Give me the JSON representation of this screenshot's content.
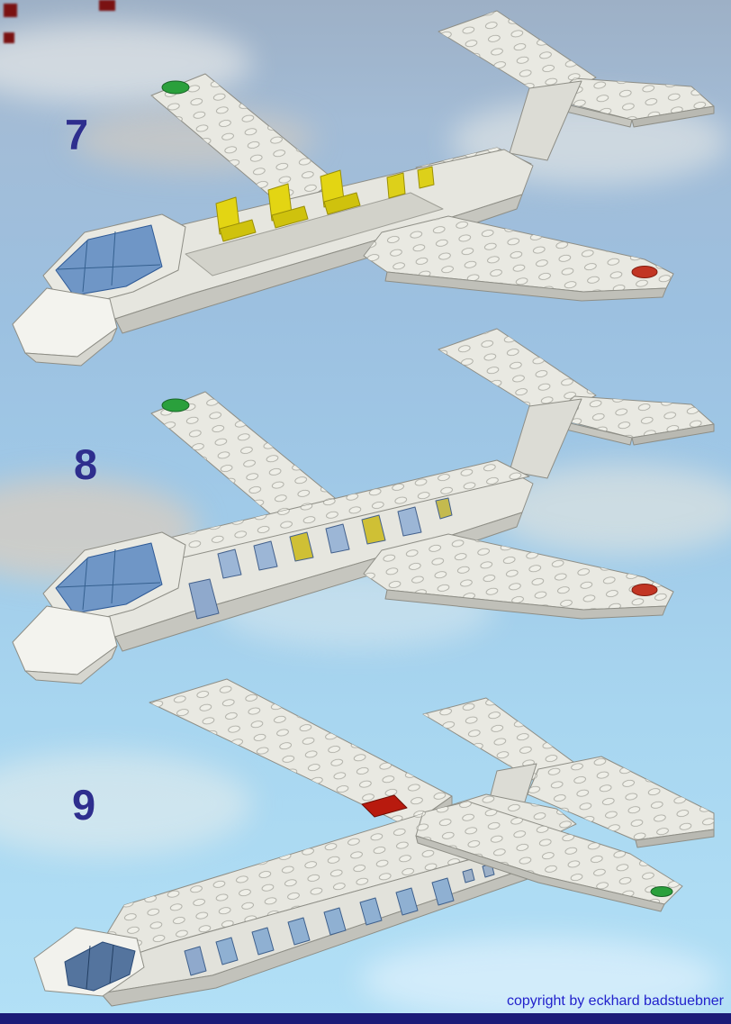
{
  "page": {
    "copyright": "copyright by eckhard badstuebner"
  },
  "steps": [
    {
      "number": "7",
      "illustration": "airplane-open-cabin-yellow-seats"
    },
    {
      "number": "8",
      "illustration": "airplane-closed-cabin-with-windows"
    },
    {
      "number": "9",
      "illustration": "airplane-complete-wings-assembled"
    }
  ],
  "colors": {
    "sky_top": "#9db0c6",
    "sky_bottom": "#b2e0f6",
    "brick_light": "#e9e9e2",
    "brick_mid": "#d9d9d2",
    "brick_shadow": "#c6c6bf",
    "seat_yellow": "#e3d513",
    "wingtip_green": "#2aa03c",
    "wingtip_red": "#c23524",
    "roof_plate_red": "#b81a0e",
    "cockpit_blue": "#6f96c6",
    "window_blue": "#9cb6d6",
    "window_yellow": "#cfc035",
    "step_number_color": "#2e2e8e",
    "copyright_color": "#2222cc",
    "footer_bar_color": "#1b1b78"
  }
}
